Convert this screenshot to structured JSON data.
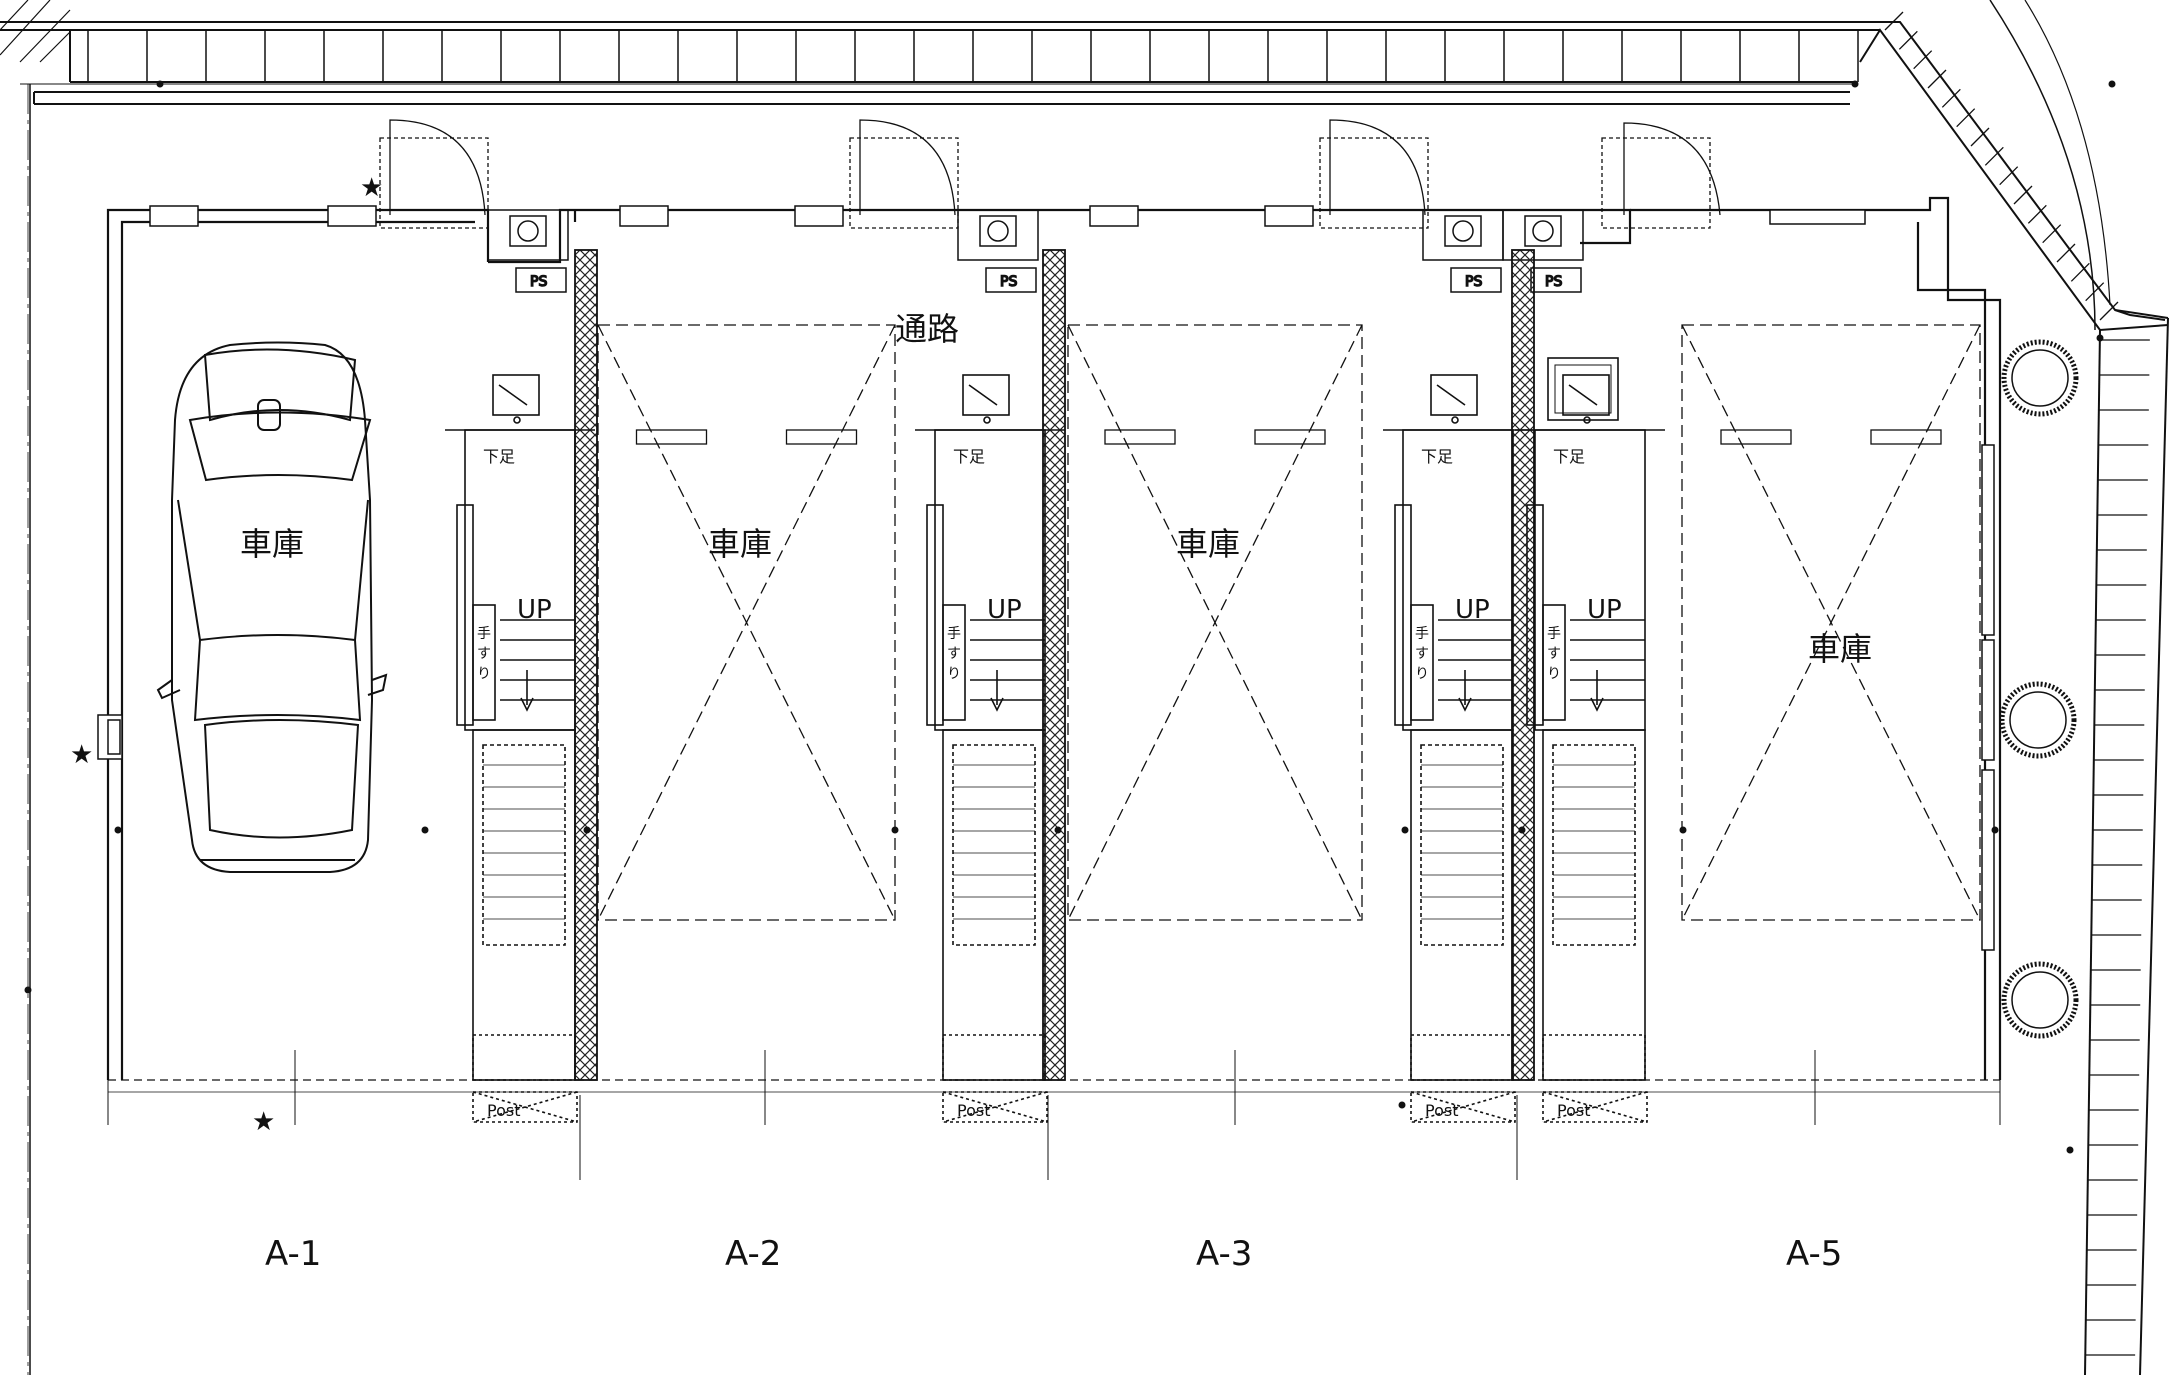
{
  "labels": {
    "corridor": "通路",
    "garage": "車庫",
    "up": "UP",
    "handrail": [
      "手",
      "す",
      "り"
    ],
    "shoe_box": "下足",
    "ps": "PS",
    "post": "Post"
  },
  "units": [
    "A-1",
    "A-2",
    "A-3",
    "A-5"
  ],
  "marks": {
    "star": "★"
  },
  "colors": {
    "line": "#111111",
    "hatch": "#333333",
    "paper": "#ffffff"
  }
}
